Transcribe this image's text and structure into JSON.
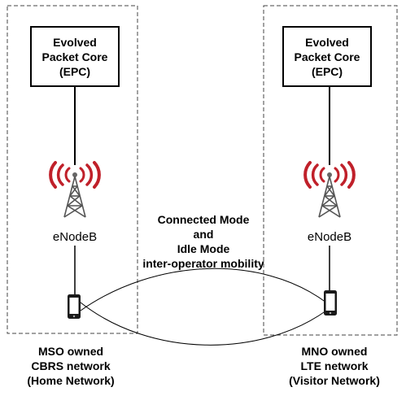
{
  "left_network": {
    "epc_lines": [
      "Evolved",
      "Packet Core",
      "(EPC)"
    ],
    "enodeb_label": "eNodeB",
    "caption_lines": [
      "MSO owned",
      "CBRS network",
      "(Home Network)"
    ]
  },
  "right_network": {
    "epc_lines": [
      "Evolved",
      "Packet Core",
      "(EPC)"
    ],
    "enodeb_label": "eNodeB",
    "caption_lines": [
      "MNO owned",
      "LTE network",
      "(Visitor Network)"
    ]
  },
  "mobility_label_lines": [
    "Connected Mode",
    "and",
    "Idle Mode",
    "inter-operator mobility"
  ],
  "colors": {
    "signal": "#c0202a",
    "tower": "#555555",
    "boundary": "#444444",
    "line": "#000000"
  }
}
